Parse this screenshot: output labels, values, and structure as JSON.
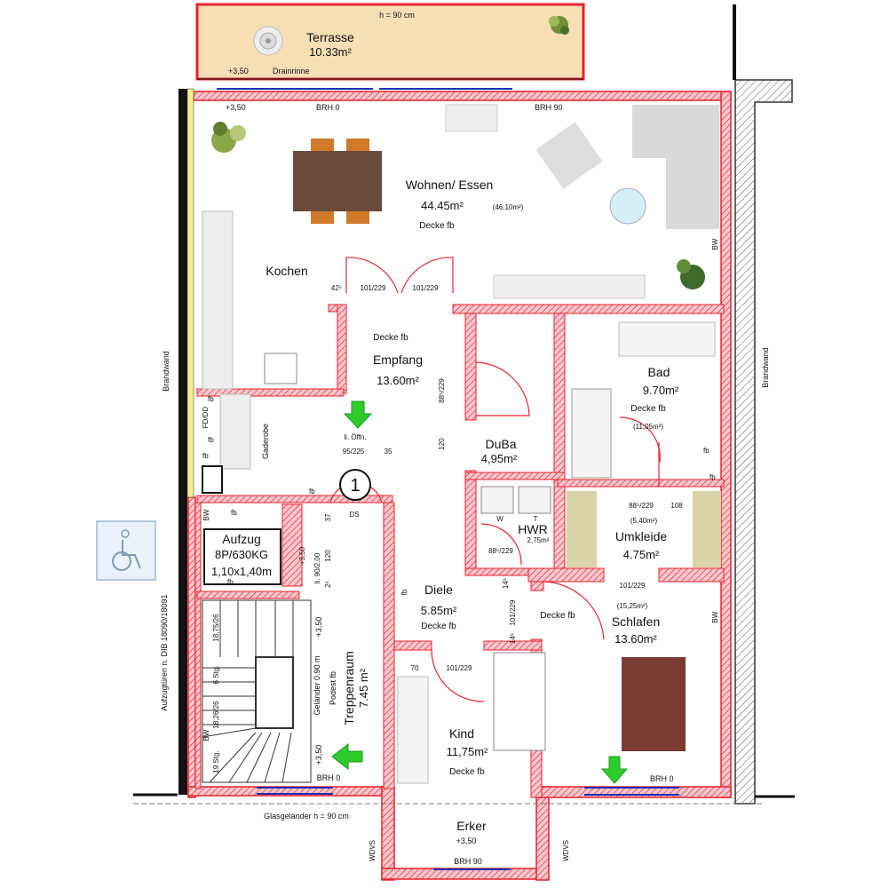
{
  "rooms": {
    "terrasse": {
      "name": "Terrasse",
      "area": "10.33m²",
      "height": "h = 90 cm",
      "level": "+3,50",
      "drain": "Drainrinne"
    },
    "wohnen": {
      "name": "Wohnen/ Essen",
      "area": "44.45m²",
      "area_alt": "(46,10m²)",
      "ceiling": "Decke fb",
      "level": "+3,50",
      "brh_left": "BRH 0",
      "brh_right": "BRH 90"
    },
    "kochen": {
      "name": "Kochen"
    },
    "empfang": {
      "name": "Empfang",
      "area": "13.60m²",
      "ceiling": "Decke fb"
    },
    "duba": {
      "name": "DuBa",
      "area": "4,95m²"
    },
    "bad": {
      "name": "Bad",
      "area": "9.70m²",
      "ceiling": "Decke fb",
      "area_alt": "(11,05m²)"
    },
    "hwr": {
      "name": "HWR",
      "area": "2,75m²",
      "w": "W",
      "t": "T"
    },
    "umkleide": {
      "name": "Umkleide",
      "area": "4.75m²",
      "area_alt": "(5,40m²)"
    },
    "diele": {
      "name": "Diele",
      "area": "5.85m²",
      "ceiling": "Decke fb"
    },
    "schlafen": {
      "name": "Schlafen",
      "area": "13.60m²",
      "area_alt": "(15,25m²)",
      "ceiling": "Decke fb",
      "brh": "BRH 0"
    },
    "kind": {
      "name": "Kind",
      "area": "11,75m²",
      "ceiling": "Decke fb"
    },
    "erker": {
      "name": "Erker",
      "level": "+3,50",
      "brh": "BRH 90"
    },
    "treppenraum": {
      "name": "Treppenraum",
      "area": "7.45 m²",
      "podest": "Podest fb",
      "gelaender": "Geländer 0.90 m",
      "level": "+3,50",
      "level2": "+3,50",
      "brh": "BRH 0"
    },
    "aufzug": {
      "name": "Aufzug",
      "capacity": "8P/630KG",
      "size": "1,10x1,40m"
    },
    "gaderobe": {
      "name": "Gaderobe"
    }
  },
  "labels": {
    "brandwand_left": "Brandwand",
    "brandwand_right": "Brandwand",
    "aufzugtueren": "Aufzugtüren n. DIB 18090/18091",
    "glasgelaender": "Glasgeländer h = 90 cm",
    "wdvs": "WDVS",
    "bw": "BW",
    "fb": "fb",
    "fd_dd": "FD/DD",
    "li_oeffn": "li. Öffn.",
    "li_lift": "li. 90/2,00",
    "ds": "DS",
    "unit_number": "1",
    "stair_top": "18,75/26",
    "stair_mid": "6 Stg.",
    "stair_bot": "18,26/26",
    "stair_count": "19 Stg."
  },
  "dimensions": {
    "d_42": "42⁵",
    "d_101_229_a": "101/229",
    "d_101_229_b": "101/229",
    "d_88_229_v": "88⁵/229",
    "d_120": "120",
    "d_95_225": "95/225",
    "d_35": "35",
    "d_37": "37",
    "d_120_lift": "120",
    "d_3_50": "+3,50",
    "d_2": "2⁵",
    "d_88_229_hwr": "88⁵/229",
    "d_88_229_umk": "88⁵/229",
    "d_108": "108",
    "d_101_229_schl": "101/229",
    "d_14": "14⁵",
    "d_101_229_diele": "101/229",
    "d_14b": "14⁵",
    "d_70": "70",
    "d_101_229_kind": "101/229",
    "d_fb_v": "fb"
  },
  "colors": {
    "wall_fill": "#f8c9cf",
    "wall_stroke": "#e8212b",
    "terrace_fill": "#f6deb5",
    "window": "#1e2fb8",
    "arrow": "#2dcc2d",
    "wall_black": "#111111"
  },
  "icons": [
    "wheelchair-icon",
    "arrow-down-icon",
    "arrow-left-icon",
    "plant-icon"
  ]
}
